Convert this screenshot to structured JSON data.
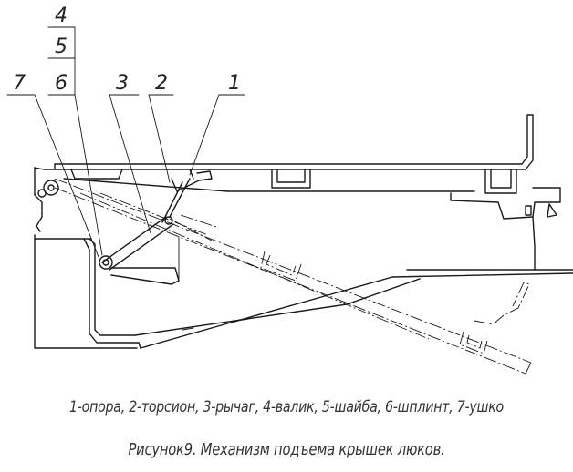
{
  "labels": {
    "l1": "1",
    "l2": "2",
    "l3": "3",
    "l4": "4",
    "l5": "5",
    "l6": "6",
    "l7": "7"
  },
  "legend": "1-опора, 2-торсион, 3-рычаг, 4-валик, 5-шайба, 6-шплинт, 7-ушко",
  "title": "Рисунок9. Механизм подъема крышек люков."
}
